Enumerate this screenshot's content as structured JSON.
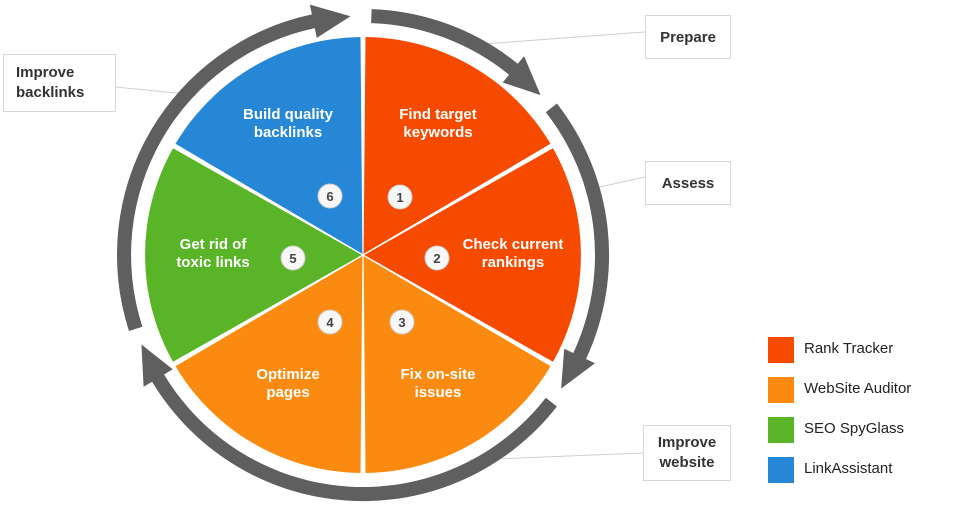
{
  "colors": {
    "rank_tracker": "#f64a00",
    "website_auditor": "#fb8b10",
    "seo_spyglass": "#5ab427",
    "linkassistant": "#2687d6",
    "ring_arrow": "#5f5f5f",
    "badge_fill": "#f7f7f7"
  },
  "segments": [
    {
      "number": "1",
      "label_lines": [
        "Find target",
        "keywords"
      ],
      "tool": "rank_tracker"
    },
    {
      "number": "2",
      "label_lines": [
        "Check current",
        "rankings"
      ],
      "tool": "rank_tracker"
    },
    {
      "number": "3",
      "label_lines": [
        "Fix on-site",
        "issues"
      ],
      "tool": "website_auditor"
    },
    {
      "number": "4",
      "label_lines": [
        "Optimize",
        "pages"
      ],
      "tool": "website_auditor"
    },
    {
      "number": "5",
      "label_lines": [
        "Get rid of",
        "toxic links"
      ],
      "tool": "seo_spyglass"
    },
    {
      "number": "6",
      "label_lines": [
        "Build quality",
        "backlinks"
      ],
      "tool": "linkassistant"
    }
  ],
  "callouts": {
    "prepare": "Prepare",
    "assess": "Assess",
    "improve_website_1": "Improve",
    "improve_website_2": "website",
    "improve_backlinks_1": "Improve",
    "improve_backlinks_2": "backlinks"
  },
  "legend": [
    {
      "label": "Rank Tracker",
      "tool": "rank_tracker"
    },
    {
      "label": "WebSite Auditor",
      "tool": "website_auditor"
    },
    {
      "label": "SEO SpyGlass",
      "tool": "seo_spyglass"
    },
    {
      "label": "LinkAssistant",
      "tool": "linkassistant"
    }
  ]
}
